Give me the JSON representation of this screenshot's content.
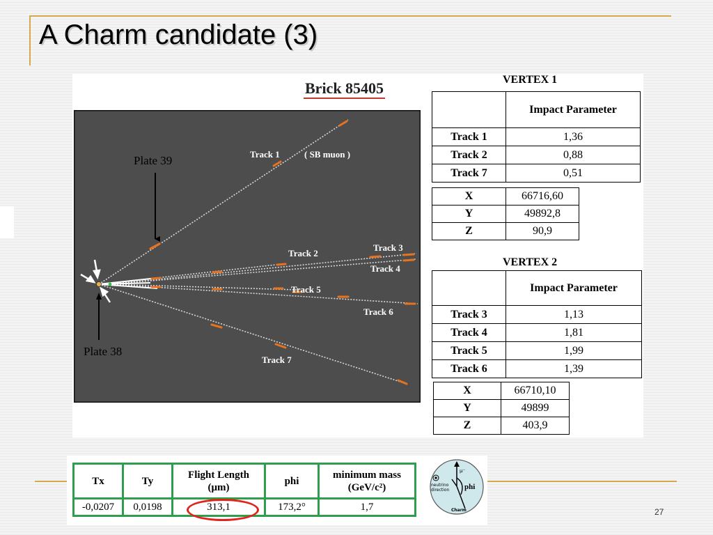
{
  "slide": {
    "title": "A Charm candidate (3)",
    "number": "27"
  },
  "figure": {
    "brick_title": "Brick 85405",
    "labels": {
      "plate39": "Plate 39",
      "plate38": "Plate 38",
      "track1": "Track 1",
      "sb_muon": "( SB muon )",
      "track2": "Track 2",
      "track3": "Track 3",
      "track4": "Track 4",
      "track5": "Track 5",
      "track6": "Track 6",
      "track7": "Track 7"
    }
  },
  "vertex1": {
    "label": "VERTEX 1",
    "header": "Impact Parameter",
    "rows": [
      {
        "track": "Track 1",
        "value": "1,36"
      },
      {
        "track": "Track 2",
        "value": "0,88"
      },
      {
        "track": "Track 7",
        "value": "0,51"
      }
    ],
    "coords": [
      {
        "axis": "X",
        "value": "66716,60"
      },
      {
        "axis": "Y",
        "value": "49892,8"
      },
      {
        "axis": "Z",
        "value": "90,9"
      }
    ]
  },
  "vertex2": {
    "label": "VERTEX 2",
    "header": "Impact Parameter",
    "rows": [
      {
        "track": "Track 3",
        "value": "1,13"
      },
      {
        "track": "Track 4",
        "value": "1,81"
      },
      {
        "track": "Track 5",
        "value": "1,99"
      },
      {
        "track": "Track 6",
        "value": "1,39"
      }
    ],
    "coords": [
      {
        "axis": "X",
        "value": "66710,10"
      },
      {
        "axis": "Y",
        "value": "49899"
      },
      {
        "axis": "Z",
        "value": "403,9"
      }
    ]
  },
  "results": {
    "headers": {
      "tx": "Tx",
      "ty": "Ty",
      "flight_length": "Flight Length",
      "flight_length_unit": "(μm)",
      "phi": "phi",
      "min_mass": "minimum mass",
      "min_mass_unit": "(GeV/c²)"
    },
    "values": {
      "tx": "-0,0207",
      "ty": "0,0198",
      "flight_length": "313,1",
      "phi": "173,2°",
      "min_mass": "1,7"
    }
  },
  "diagram": {
    "mu_label": "μ⁻",
    "neutrino_line1": "neutrino",
    "neutrino_line2": "direction",
    "phi_label": "phi",
    "charm_label": "Charm"
  },
  "colors": {
    "accent_rule": "#d3a94a",
    "table_green": "#2e9e4e",
    "highlight_red": "#e0241b",
    "display_bg": "#4d4d4d",
    "segment_orange": "#e8731e"
  }
}
